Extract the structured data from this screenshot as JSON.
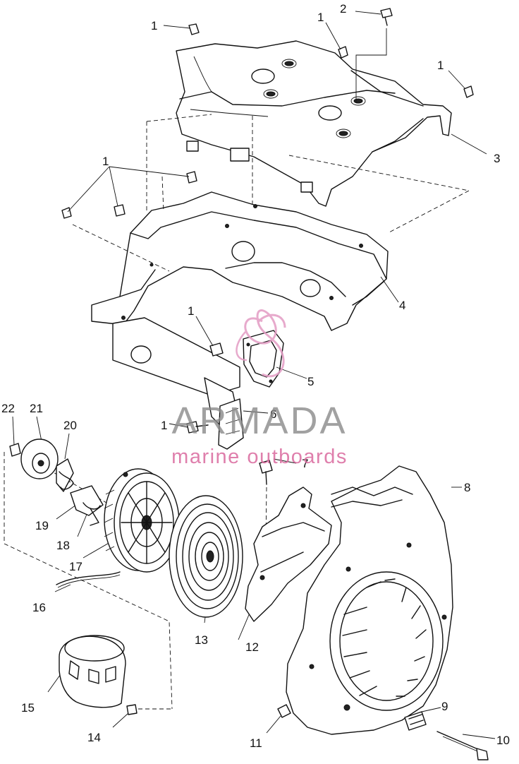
{
  "watermark": {
    "brand": "ARMADA",
    "tagline": "marine outboards",
    "logo_icon": "swirl-logo-icon",
    "colors": {
      "brand_gray": "#8a8a8a",
      "tagline_pink": "#d9699e",
      "logo_pink": "#e39cc4"
    }
  },
  "callouts": {
    "c1a": "1",
    "c1b": "1",
    "c1c": "1",
    "c1d": "1",
    "c1e": "1",
    "c1f": "1",
    "c2": "2",
    "c3": "3",
    "c4": "4",
    "c5": "5",
    "c6": "6",
    "c7": "7",
    "c8": "8",
    "c9": "9",
    "c10": "10",
    "c11": "11",
    "c12": "12",
    "c13": "13",
    "c14": "14",
    "c15": "15",
    "c16": "16",
    "c17": "17",
    "c18": "18",
    "c19": "19",
    "c20": "20",
    "c21": "21",
    "c22": "22"
  }
}
